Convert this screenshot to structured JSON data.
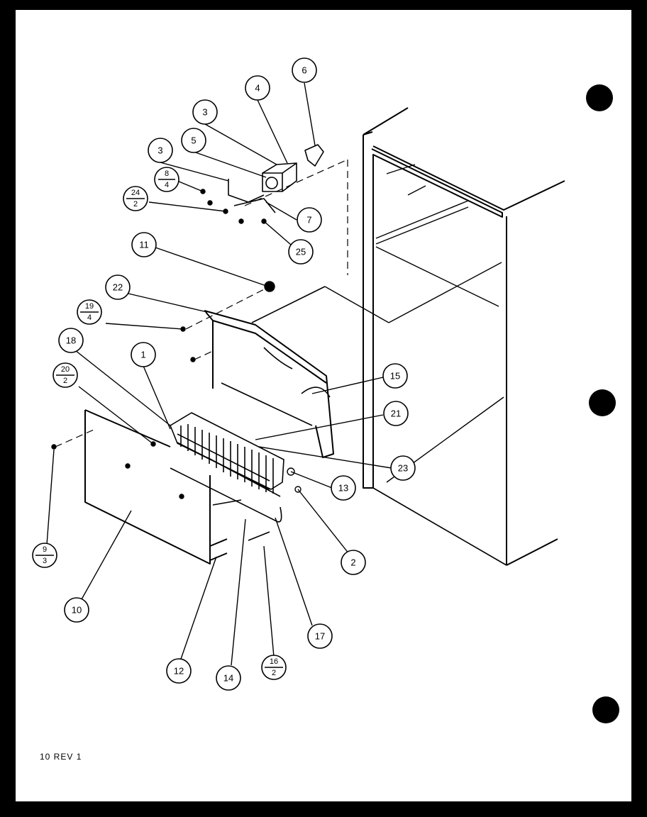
{
  "diagram": {
    "callouts": [
      {
        "id": "c6",
        "label": "6"
      },
      {
        "id": "c4",
        "label": "4"
      },
      {
        "id": "c3a",
        "label": "3"
      },
      {
        "id": "c5",
        "label": "5"
      },
      {
        "id": "c3b",
        "label": "3"
      },
      {
        "id": "c8-4",
        "top": "8",
        "bottom": "4"
      },
      {
        "id": "c24-2",
        "top": "24",
        "bottom": "2"
      },
      {
        "id": "c7",
        "label": "7"
      },
      {
        "id": "c25",
        "label": "25"
      },
      {
        "id": "c11",
        "label": "11"
      },
      {
        "id": "c22",
        "label": "22"
      },
      {
        "id": "c19-4",
        "top": "19",
        "bottom": "4"
      },
      {
        "id": "c18",
        "label": "18"
      },
      {
        "id": "c1",
        "label": "1"
      },
      {
        "id": "c20-2",
        "top": "20",
        "bottom": "2"
      },
      {
        "id": "c15",
        "label": "15"
      },
      {
        "id": "c21",
        "label": "21"
      },
      {
        "id": "c23",
        "label": "23"
      },
      {
        "id": "c13",
        "label": "13"
      },
      {
        "id": "c2",
        "label": "2"
      },
      {
        "id": "c9-3",
        "top": "9",
        "bottom": "3"
      },
      {
        "id": "c10",
        "label": "10"
      },
      {
        "id": "c17",
        "label": "17"
      },
      {
        "id": "c12",
        "label": "12"
      },
      {
        "id": "c14",
        "label": "14"
      },
      {
        "id": "c16-2",
        "top": "16",
        "bottom": "2"
      }
    ]
  },
  "footer": {
    "revision": "10 REV 1"
  }
}
